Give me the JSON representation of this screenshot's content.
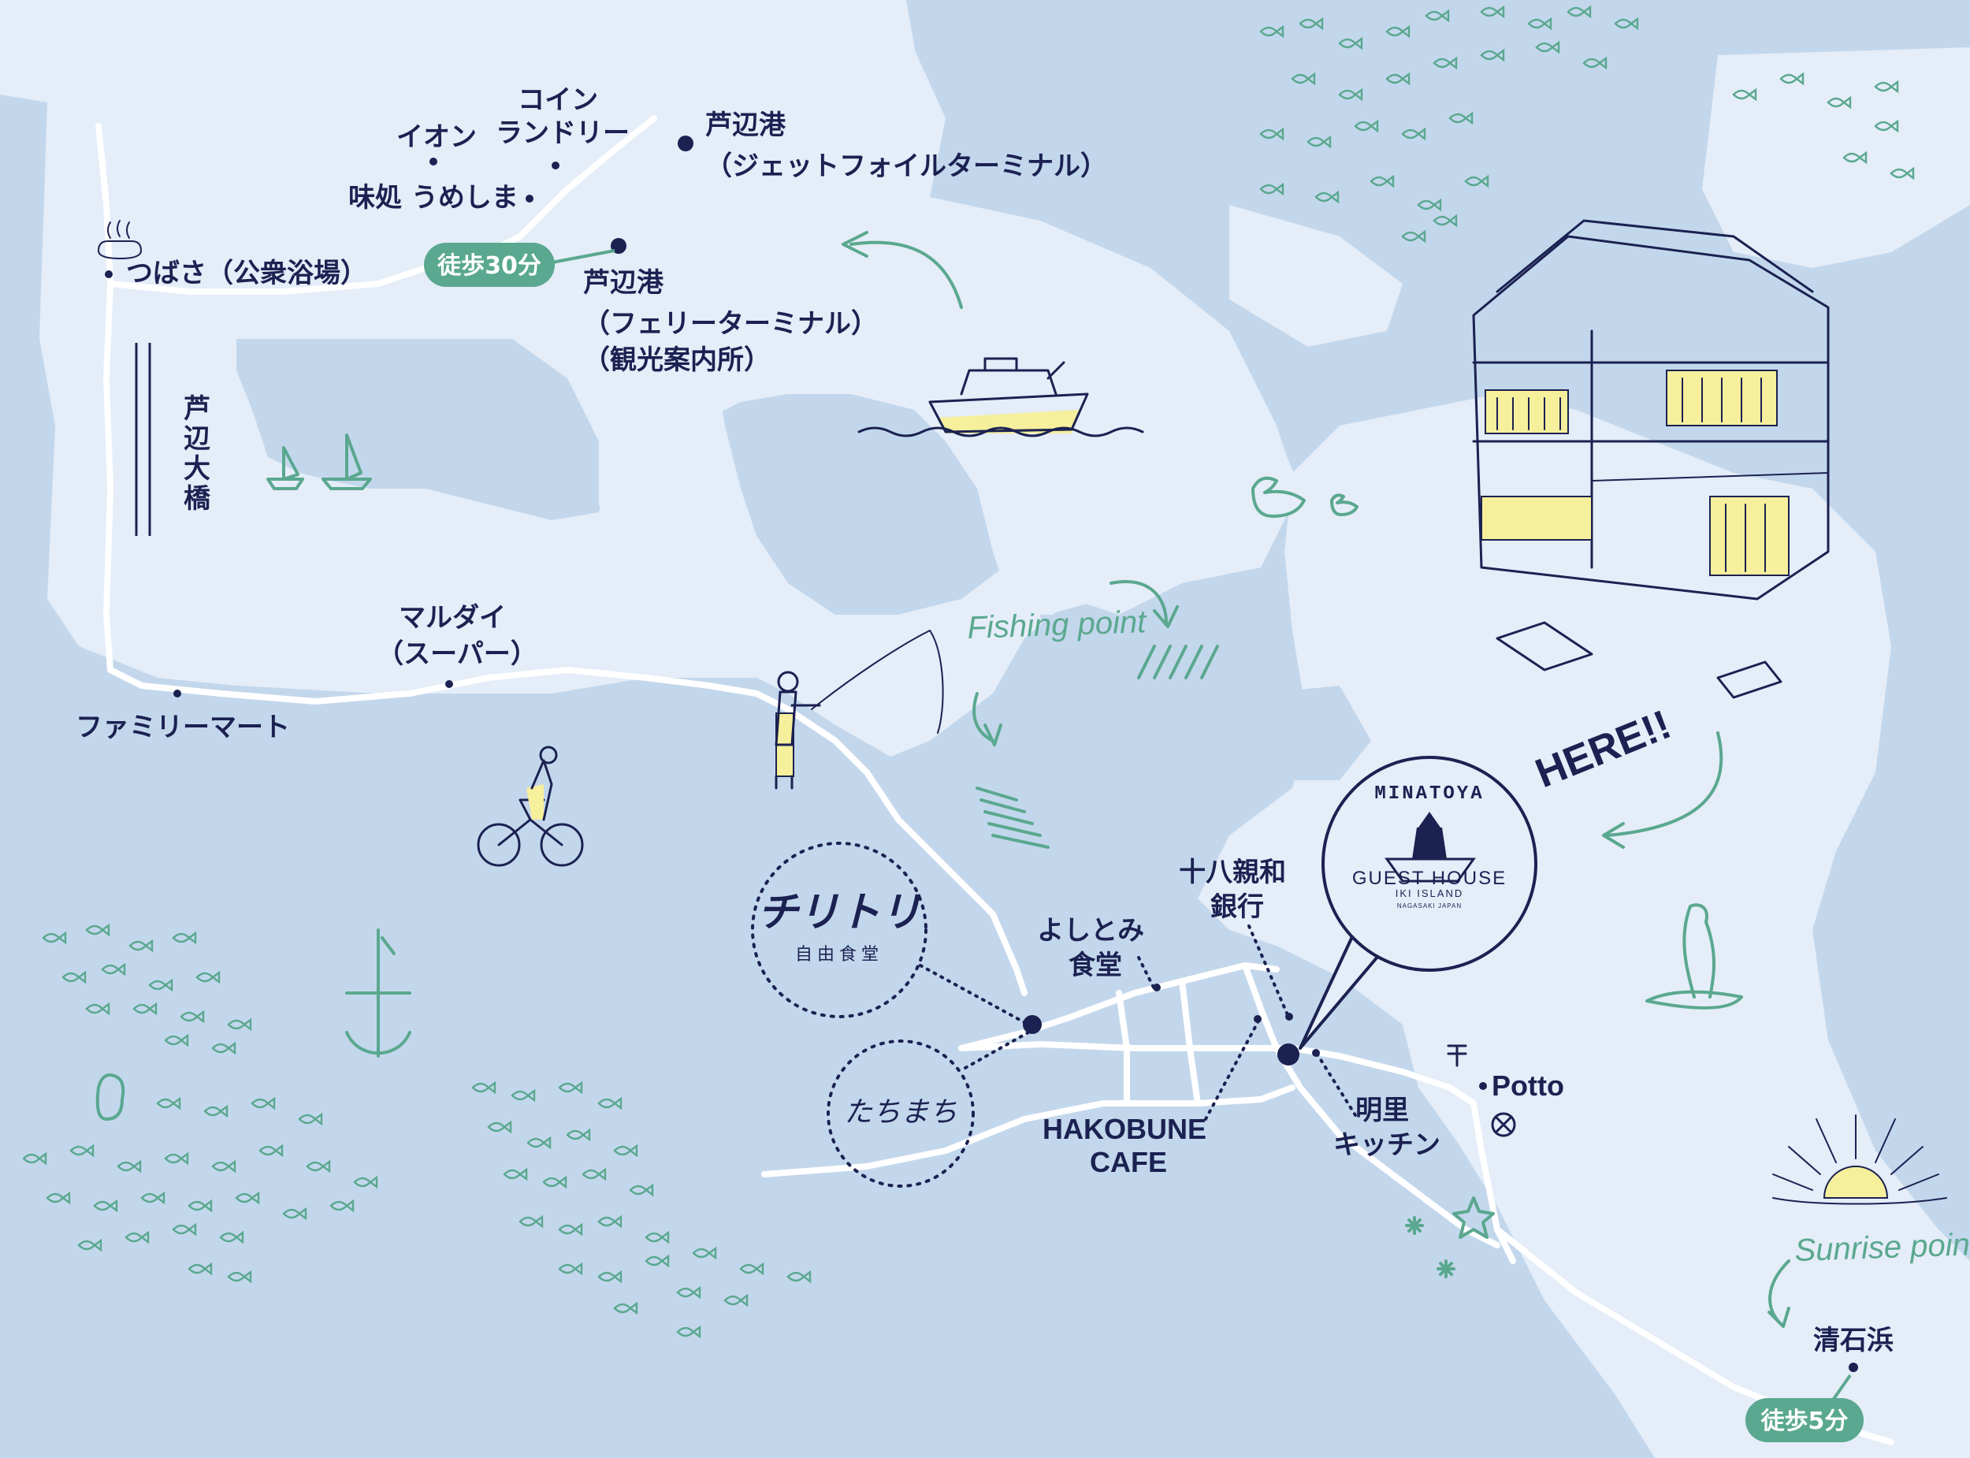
{
  "places": {
    "coin_laundry": "コイン\nランドリー",
    "aeon": "イオン",
    "ajidokoro": "味処 うめしま",
    "ashibe_port_jetfoil": "芦辺港\n（ジェットフォイルターミナル）",
    "tsubasa": "つばさ（公衆浴場）",
    "ashibe_port_ferry": "芦辺港\n（フェリーターミナル）\n（観光案内所）",
    "ashibe_bridge": "芦辺大橋",
    "marudai": "マルダイ\n（スーパー）",
    "family_mart": "ファミリーマート",
    "yoshitomi": "よしとみ\n食堂",
    "juhachi_bank": "十八親和\n銀行",
    "hakobune": "HAKOBUNE\nCAFE",
    "akari": "明里\nキッチン",
    "potto": "Potto",
    "kiyoishi": "清石浜"
  },
  "walk_pills": {
    "thirty": "徒歩30分",
    "five": "徒歩5分"
  },
  "annotations": {
    "fishing_point": "Fishing point",
    "sunrise_point": "Sunrise point",
    "here": "HERE!!"
  },
  "logos": {
    "chiritori_title": "チリトリ",
    "chiritori_sub": "自由食堂",
    "tachimachi": "たちまち",
    "minatoya_title": "MINATOYA",
    "minatoya_sub": "GUEST HOUSE",
    "minatoya_sub2": "IKI ISLAND",
    "minatoya_sub3": "NAGASAKI JAPAN"
  },
  "colors": {
    "sea": "#c3d7ec",
    "land": "#e4edf8",
    "road": "#ffffff",
    "ink": "#1b2151",
    "accent_green": "#5aa88f",
    "window_yellow": "#f6ef9c"
  },
  "icons": {
    "onsen": "hot-spring-icon",
    "post": "post-office-icon",
    "police": "police-box-icon",
    "anchor": "anchor-icon"
  }
}
